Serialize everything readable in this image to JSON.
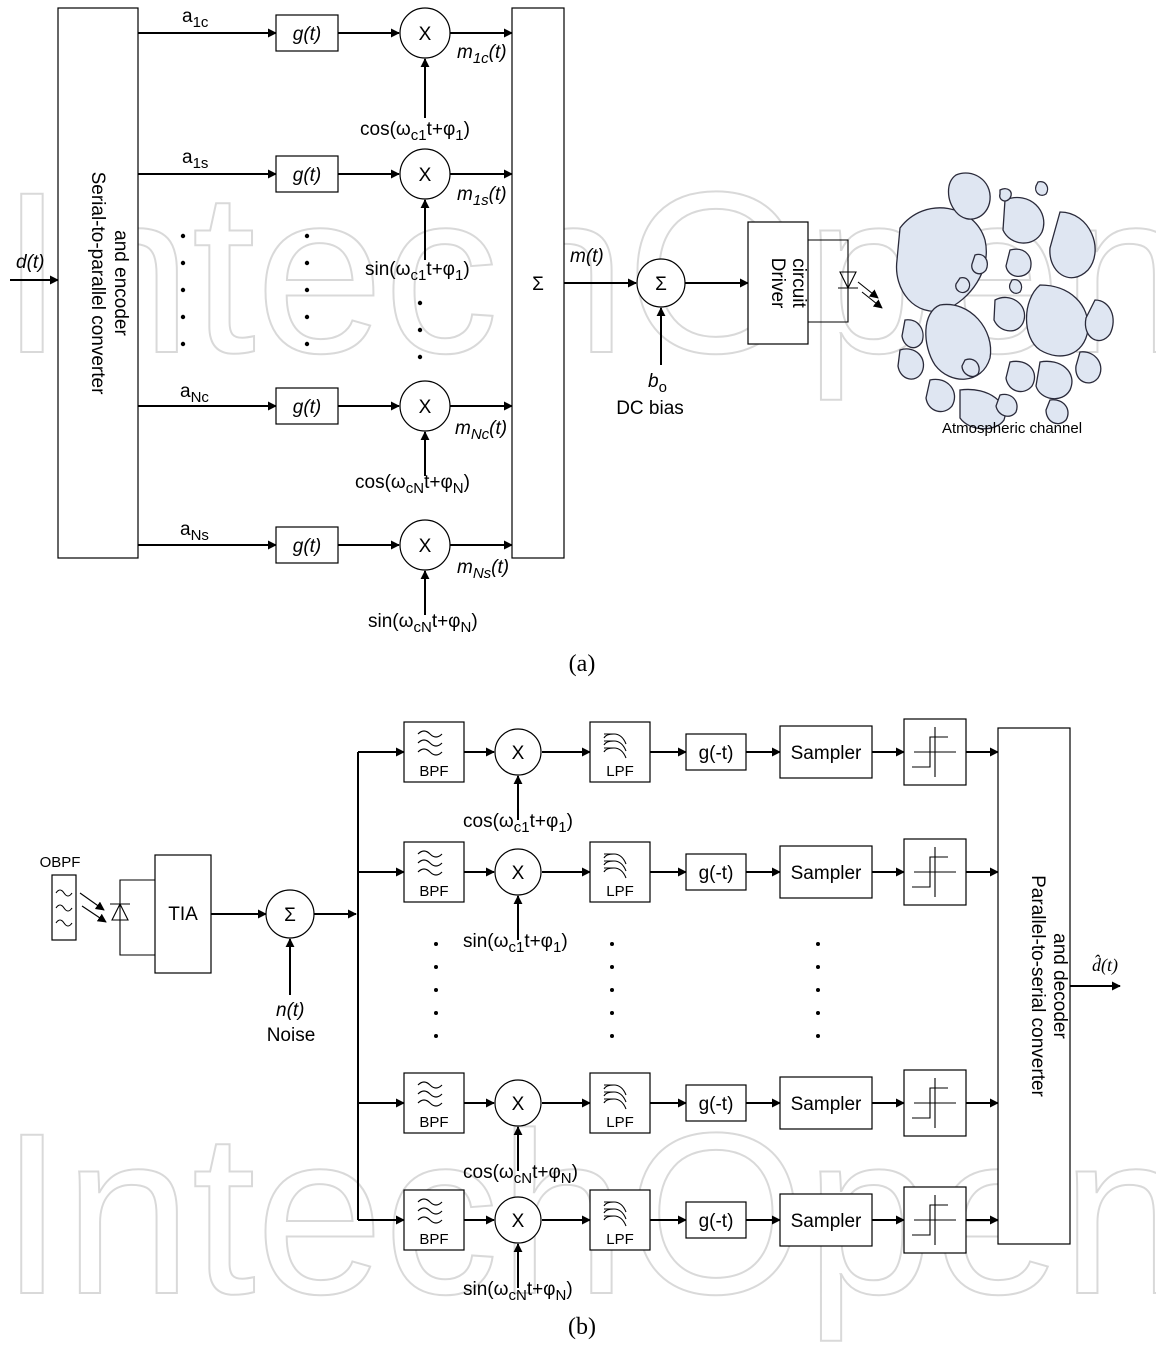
{
  "watermark": "IntechOpen",
  "diagram_a": {
    "caption": "(a)",
    "input_label": "d(t)",
    "encoder_label_line1": "Serial-to-parallel converter",
    "encoder_label_line2": "and encoder",
    "shaping_filter": "g(t)",
    "mixer": "X",
    "summer_big": "Σ",
    "branches": [
      {
        "symbol": "a",
        "sub": "1c",
        "out_base": "m",
        "out_sub": "1c",
        "carrier": "cos",
        "osc_sub": "c1",
        "phase_sub": "1"
      },
      {
        "symbol": "a",
        "sub": "1s",
        "out_base": "m",
        "out_sub": "1s",
        "carrier": "sin",
        "osc_sub": "c1",
        "phase_sub": "1"
      },
      {
        "symbol": "a",
        "sub": "Nc",
        "out_base": "m",
        "out_sub": "Nc",
        "carrier": "cos",
        "osc_sub": "cN",
        "phase_sub": "N"
      },
      {
        "symbol": "a",
        "sub": "Ns",
        "out_base": "m",
        "out_sub": "Ns",
        "carrier": "sin",
        "osc_sub": "cN",
        "phase_sub": "N"
      }
    ],
    "carrier_omega": "ω",
    "carrier_t": "t+φ",
    "sum_output": "m(t)",
    "bias_summer": "Σ",
    "bias_symbol": "b",
    "bias_sub": "o",
    "bias_label": "DC bias",
    "driver_line1": "Driver",
    "driver_line2": "circuit",
    "channel_label": "Atmospheric channel"
  },
  "diagram_b": {
    "caption": "(b)",
    "obpf_label": "OBPF",
    "tia_label": "TIA",
    "noise_summer": "Σ",
    "noise_symbol": "n(t)",
    "noise_label": "Noise",
    "bpf_label": "BPF",
    "lpf_label": "LPF",
    "mixer": "X",
    "matched_filter": "g(-t)",
    "sampler_label": "Sampler",
    "carriers": [
      {
        "fn": "cos",
        "osc_sub": "c1",
        "phase_sub": "1"
      },
      {
        "fn": "sin",
        "osc_sub": "c1",
        "phase_sub": "1"
      },
      {
        "fn": "cos",
        "osc_sub": "cN",
        "phase_sub": "N"
      },
      {
        "fn": "sin",
        "osc_sub": "cN",
        "phase_sub": "N"
      }
    ],
    "decoder_line1": "Parallel-to-serial converter",
    "decoder_line2": "and decoder",
    "output_label": "d̂(t)"
  }
}
